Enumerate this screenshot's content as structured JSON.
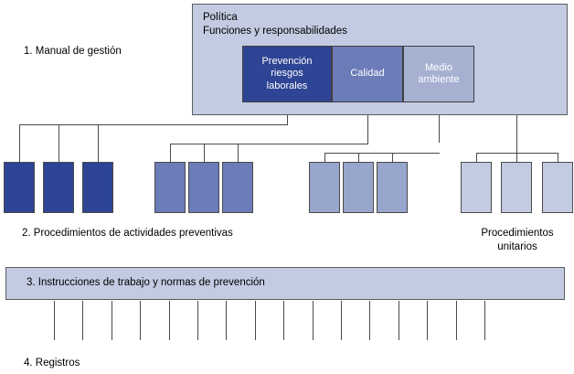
{
  "diagram": {
    "title_lines": "Política\nFunciones y responsabilidades",
    "levels": {
      "level1_label": "1. Manual de gestión",
      "level2_label": "2. Procedimientos de actividades preventivas",
      "level2_right_label": "Procedimientos\nunitarios",
      "level3_label": "3. Instrucciones de trabajo y normas de prevención",
      "level4_label": "4. Registros"
    },
    "chips": [
      {
        "label": "Prevención\nriesgos\nlaborales",
        "color": "#2e4494"
      },
      {
        "label": "Calidad",
        "color": "#6b7cb8"
      },
      {
        "label": "Medio\nambiente",
        "color": "#a6b1d2"
      }
    ],
    "groups": [
      {
        "name": "prevencion-riesgos-laborales",
        "color": "#2e4494",
        "box_count": 3,
        "boxes": [
          "",
          "",
          ""
        ]
      },
      {
        "name": "calidad",
        "color": "#6b7cb8",
        "box_count": 3,
        "boxes": [
          "",
          "",
          ""
        ]
      },
      {
        "name": "medio-ambiente",
        "color": "#98a5cc",
        "box_count": 3,
        "boxes": [
          "",
          "",
          ""
        ]
      },
      {
        "name": "procedimientos-unitarios",
        "color": "#c3cbe2",
        "box_count": 3,
        "boxes": [
          "",
          "",
          ""
        ]
      }
    ],
    "registro_tick_count": 16,
    "colors": {
      "panel_fill": "#c3cbe2",
      "outline": "#4a4a4a",
      "text": "#000000",
      "chip_text": "#ffffff"
    }
  }
}
